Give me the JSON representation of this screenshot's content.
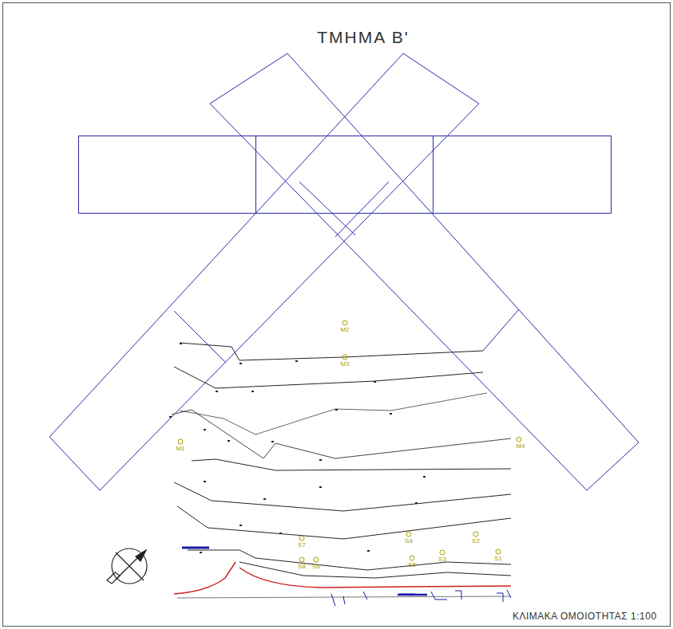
{
  "diagram": {
    "title": "ΤΜΗΜΑ Β'",
    "caption": "ΚΛΙΜΑΚΑ ΟΜΟΙΟΤΗΤΑΣ 1:100",
    "labels": [
      "M2",
      "M3",
      "M1",
      "M4",
      "S7",
      "S4",
      "S2",
      "S8",
      "S6",
      "S5",
      "S3",
      "S1"
    ]
  }
}
